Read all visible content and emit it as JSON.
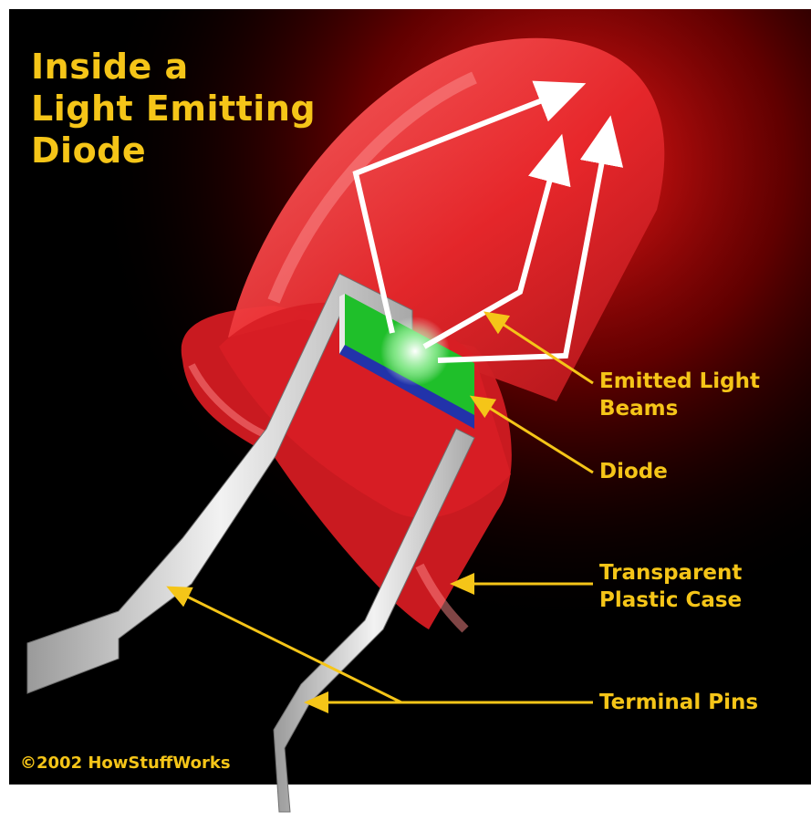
{
  "title": {
    "line1": "Inside a",
    "line2": "Light Emitting",
    "line3": "Diode"
  },
  "labels": {
    "emitted_line1": "Emitted Light",
    "emitted_line2": "Beams",
    "diode": "Diode",
    "case_line1": "Transparent",
    "case_line2": "Plastic Case",
    "pins": "Terminal Pins"
  },
  "copyright": "©2002 HowStuffWorks",
  "colors": {
    "background": "#000000",
    "text": "#f5c518",
    "case": "#e8282c",
    "chip": "#1fbf2a",
    "chip_base": "#2233aa",
    "pins": "#d0d0d0",
    "beams": "#ffffff"
  }
}
